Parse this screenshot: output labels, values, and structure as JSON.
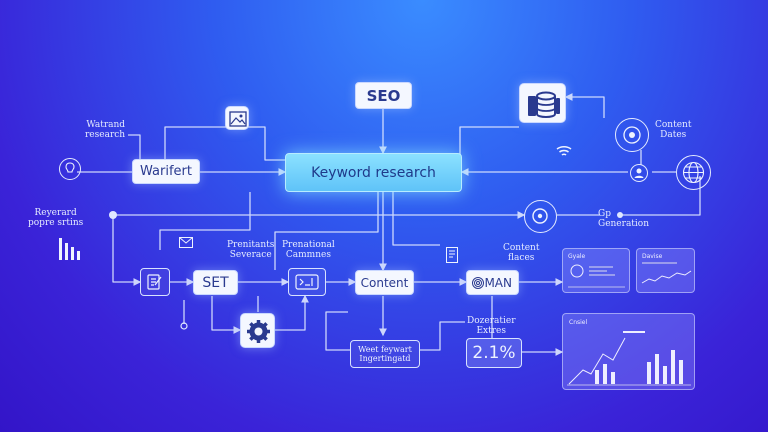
{
  "nodes": {
    "seo": "SEO",
    "keyword_research": "Keyword research",
    "warfert": "Warifert",
    "set": "SET",
    "content": "Content",
    "man": "MAN",
    "stat": "2.1%",
    "weet_keyward": "Weet feywart\nIngertingatd"
  },
  "labels": {
    "watrand_research": "Watrand\nresearch",
    "reyerard": "Reyerard\npopre srtins",
    "content_dates": "Content\nDates",
    "generation": "Gp\nGeneration",
    "prenitants": "Prenitants\nSeverace",
    "prentonal": "Prenational\nCammnes",
    "content_flaces": "Content\nflaces",
    "dozeratier": "Dozeratier\nExtres"
  },
  "panels": {
    "top_left": "Gyale",
    "top_right": "Davise",
    "bottom": "Cnsiel"
  },
  "colors": {
    "accent": "#6fd0ff",
    "line": "#dfe7ff",
    "tile": "#f4f7ff",
    "text_dark": "#2a3a8f"
  },
  "icons": [
    "bar-chart-icon",
    "lightbulb-icon",
    "image-icon",
    "database-icon",
    "target-icon",
    "wifi-icon",
    "globe-icon",
    "user-icon",
    "edit-icon",
    "mail-icon",
    "gear-icon",
    "terminal-icon",
    "document-icon",
    "fingerprint-icon"
  ]
}
